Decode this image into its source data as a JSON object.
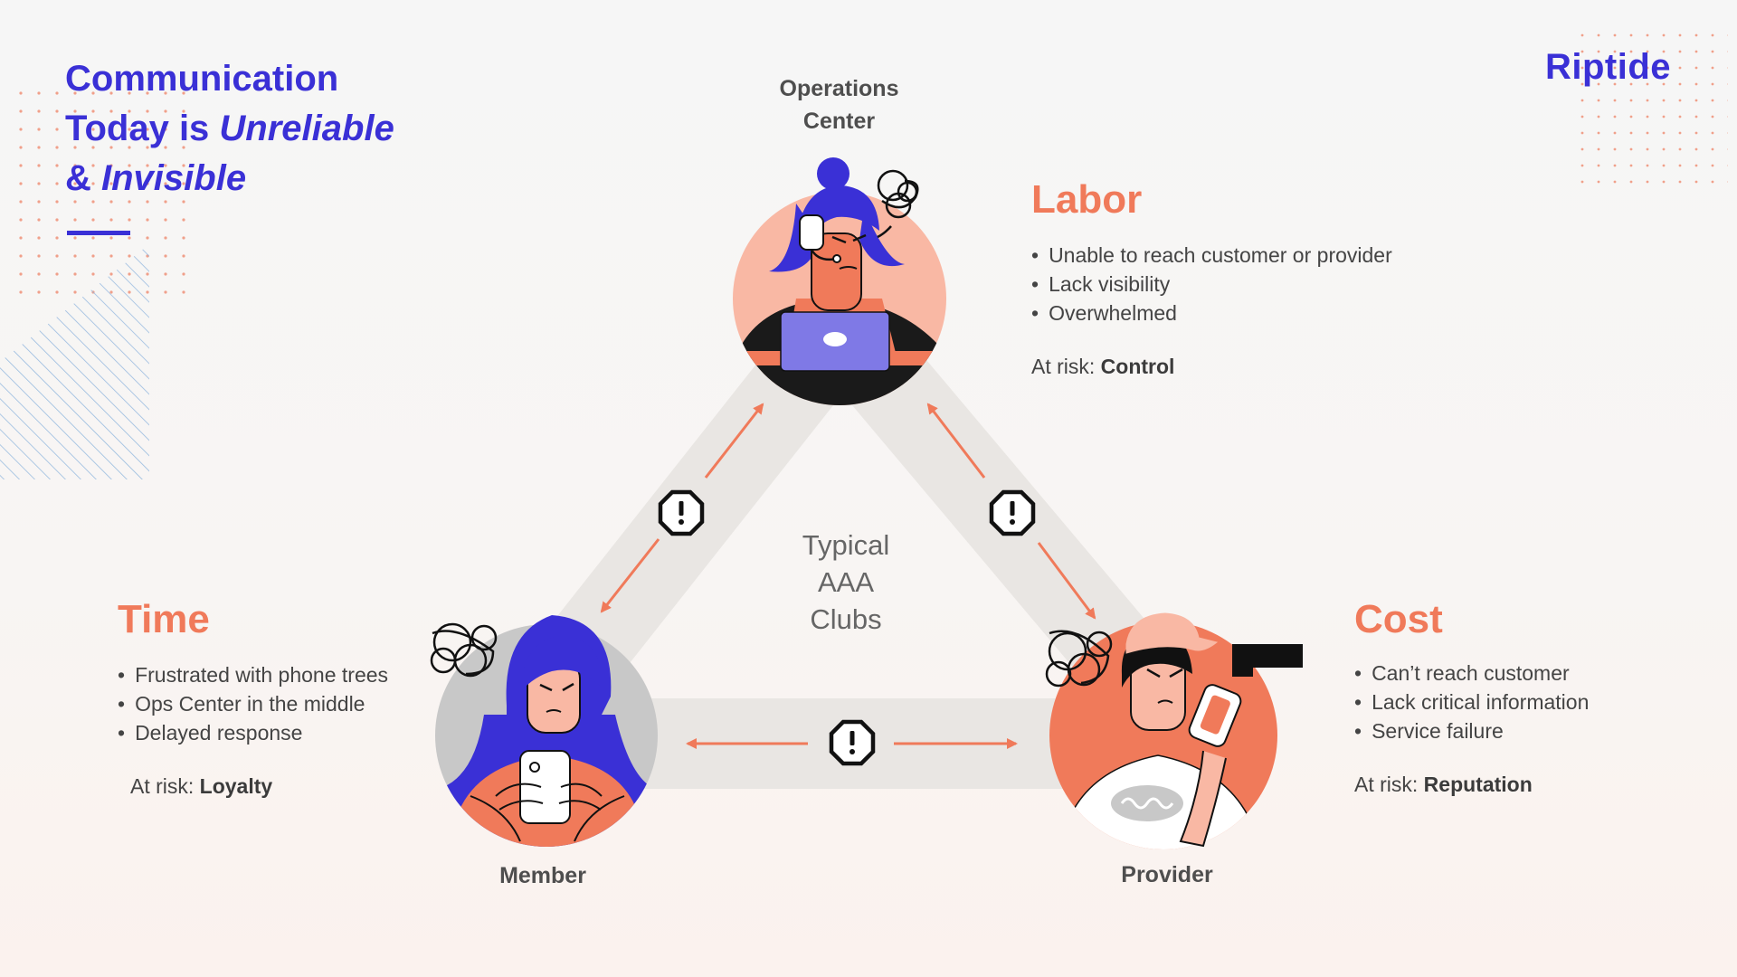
{
  "headline": {
    "line1": "Communication",
    "line2_prefix": "Today is ",
    "line2_emph": "Unreliable",
    "line3_prefix": "& ",
    "line3_emph": "Invisible"
  },
  "logo": {
    "text": "Riptide"
  },
  "diagram": {
    "center_label": [
      "Typical",
      "AAA",
      "Clubs"
    ],
    "nodes": {
      "operations": {
        "label": [
          "Operations",
          "Center"
        ]
      },
      "member": {
        "label": "Member"
      },
      "provider": {
        "label": "Provider"
      }
    }
  },
  "sections": {
    "labor": {
      "title": "Labor",
      "bullets": [
        "Unable to reach customer or provider",
        "Lack visibility",
        "Overwhelmed"
      ],
      "risk_prefix": "At risk: ",
      "risk_value": "Control"
    },
    "time": {
      "title": "Time",
      "bullets": [
        "Frustrated with phone trees",
        "Ops Center in the middle",
        "Delayed response"
      ],
      "risk_prefix": "At risk: ",
      "risk_value": "Loyalty"
    },
    "cost": {
      "title": "Cost",
      "bullets": [
        "Can’t reach customer",
        "Lack critical information",
        "Service failure"
      ],
      "risk_prefix": "At risk: ",
      "risk_value": "Reputation"
    }
  },
  "colors": {
    "brand": "#3a30d6",
    "accent": "#f07a5a",
    "band": "#e9e6e3",
    "text": "#444444"
  },
  "icons": [
    "alert-octagon-icon",
    "scribble-icon",
    "laptop-icon",
    "headset-icon",
    "phone-icon"
  ]
}
